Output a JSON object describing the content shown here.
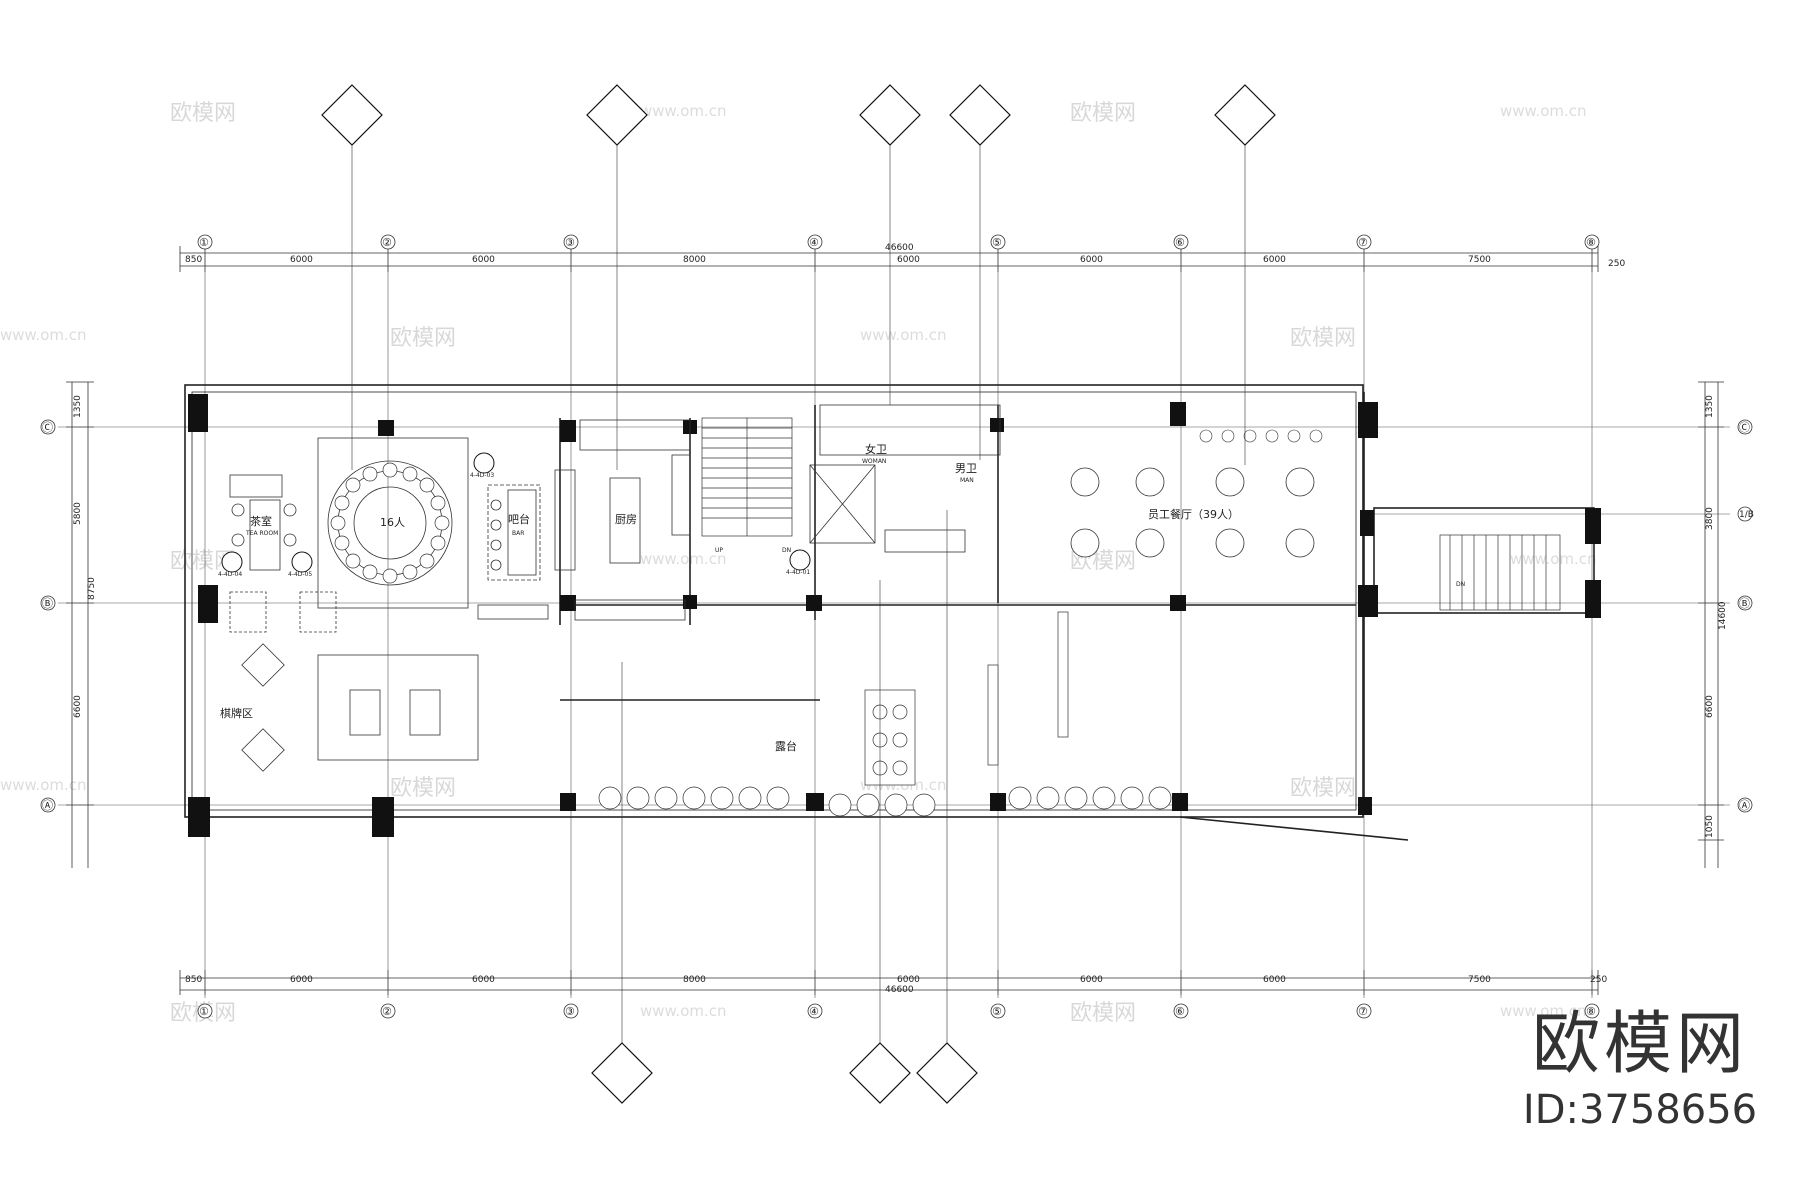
{
  "grid": {
    "columns": [
      "①",
      "②",
      "③",
      "④",
      "⑤",
      "⑥",
      "⑦",
      "⑧"
    ],
    "rows": [
      "Ⓒ",
      "Ⓑ",
      "Ⓐ"
    ],
    "row_extra": "1/B"
  },
  "dimensions": {
    "top_overall": "46600",
    "bottom_overall": "46600",
    "segments": [
      "850",
      "6000",
      "6000",
      "8000",
      "6000",
      "6000",
      "6000",
      "7500",
      "250"
    ],
    "right": [
      "1350",
      "3800",
      "14600",
      "6600",
      "1050"
    ],
    "left": [
      "1350",
      "5800",
      "8750",
      "6600"
    ]
  },
  "rooms": {
    "tea_room": "茶室",
    "tea_room_en": "TEA ROOM",
    "seats16": "16人",
    "bar": "吧台",
    "bar_en": "BAR",
    "kitchen": "厨房",
    "women": "女卫",
    "women_en": "WOMAN",
    "men": "男卫",
    "men_en": "MAN",
    "canteen": "员工餐厅（39人）",
    "chess": "棋牌区",
    "terrace": "露台",
    "up": "UP",
    "dn": "DN",
    "dn2": "DN"
  },
  "section_tags": [
    "4-4D-04",
    "4-4D-05",
    "4-4D-03",
    "4-4D-01"
  ],
  "watermark": {
    "text": "欧模网",
    "url": "www.om.cn"
  },
  "brand": {
    "name": "欧模网",
    "id": "ID:3758656"
  }
}
